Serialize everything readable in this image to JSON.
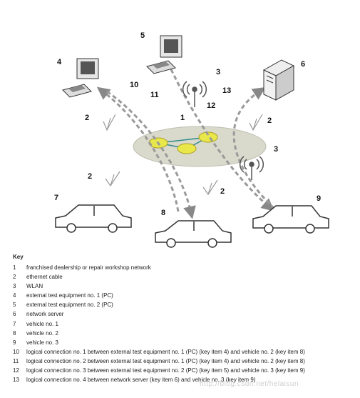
{
  "callouts": {
    "n1": "1",
    "n2": "2",
    "n3": "3",
    "n4": "4",
    "n5": "5",
    "n6": "6",
    "n7": "7",
    "n8": "8",
    "n9": "9",
    "n10": "10",
    "n11": "11",
    "n12": "12",
    "n13": "13"
  },
  "key": {
    "title": "Key",
    "items": [
      {
        "num": "1",
        "text": "franchised dealership or repair workshop network"
      },
      {
        "num": "2",
        "text": "ethernet cable"
      },
      {
        "num": "3",
        "text": "WLAN"
      },
      {
        "num": "4",
        "text": "external test equipment no. 1 (PC)"
      },
      {
        "num": "5",
        "text": "external test equipment no. 2 (PC)"
      },
      {
        "num": "6",
        "text": "network server"
      },
      {
        "num": "7",
        "text": "vehicle no. 1"
      },
      {
        "num": "8",
        "text": "vehicle no. 2"
      },
      {
        "num": "9",
        "text": "vehicle no. 3"
      },
      {
        "num": "10",
        "text": "logical connection no. 1 between external test equipment no. 1 (PC) (key item 4) and vehicle no. 2 (key item 8)"
      },
      {
        "num": "11",
        "text": "logical connection no. 2 between external test equipment no. 1 (PC) (key item 4) and vehicle no. 2 (key item 8)"
      },
      {
        "num": "12",
        "text": "logical connection no. 3 between external test equipment no. 2 (PC) (key item 5) and vehicle no. 3 (key item 9)"
      },
      {
        "num": "13",
        "text": "logical connection no. 4 between network server (key item 6) and vehicle no. 3 (key item 9)"
      }
    ]
  },
  "watermark": "http://blog.csdn.net/helaisun"
}
